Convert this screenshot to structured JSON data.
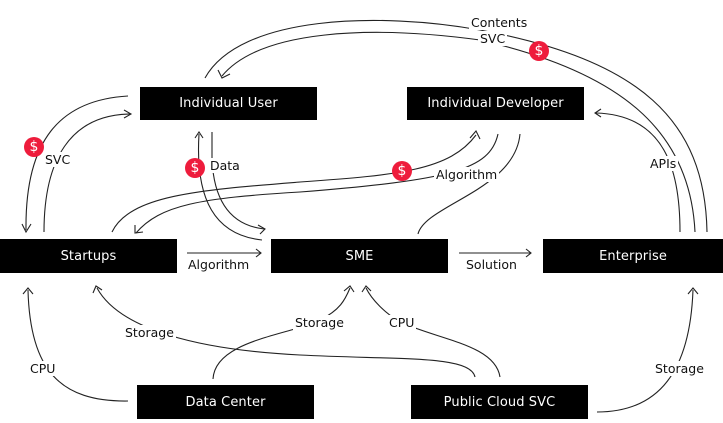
{
  "nodes": {
    "individual_user": "Individual User",
    "individual_developer": "Individual Developer",
    "startups": "Startups",
    "sme": "SME",
    "enterprise": "Enterprise",
    "data_center": "Data Center",
    "public_cloud": "Public Cloud SVC"
  },
  "edge_labels": {
    "contents": "Contents",
    "svc_top": "SVC",
    "svc_left": "SVC",
    "data": "Data",
    "algorithm_upper": "Algorithm",
    "apis": "APIs",
    "algorithm_startups_sme": "Algorithm",
    "solution": "Solution",
    "storage_dc_startups": "Storage",
    "storage_dc_sme": "Storage",
    "cpu_cloud_sme": "CPU",
    "cpu_dc_startups": "CPU",
    "storage_cloud_enterprise": "Storage"
  },
  "money_icon": "$",
  "colors": {
    "node_bg": "#000000",
    "node_text": "#ffffff",
    "money": "#ee1c3c"
  }
}
